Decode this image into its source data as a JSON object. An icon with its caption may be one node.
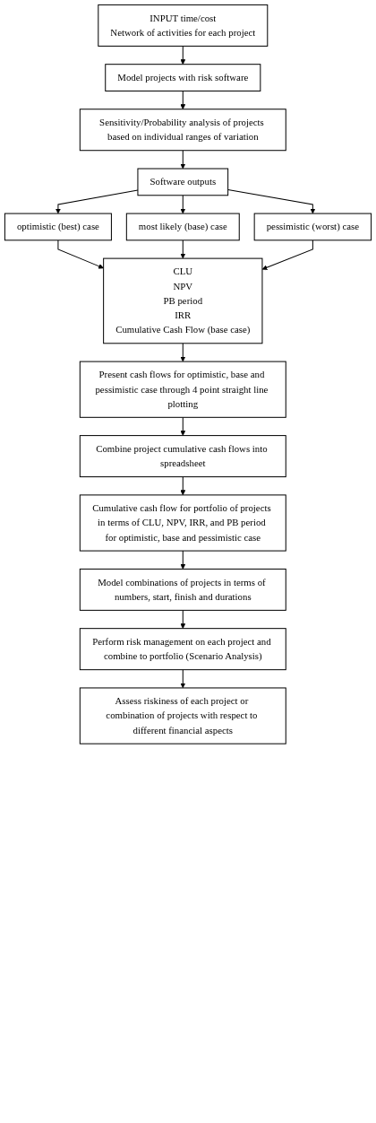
{
  "diagram": {
    "nodes": [
      {
        "text": [
          "INPUT time/cost",
          "Network of activities for each project"
        ]
      },
      {
        "text": [
          "Model projects with risk software"
        ]
      },
      {
        "text": [
          "Sensitivity/Probability analysis of projects based on individual ranges of variation"
        ]
      },
      {
        "text": [
          "Software outputs"
        ]
      },
      {
        "text": [
          "optimistic (best) case"
        ]
      },
      {
        "text": [
          "most likely (base) case"
        ]
      },
      {
        "text": [
          "pessimistic (worst) case"
        ]
      },
      {
        "text": [
          "CLU",
          "NPV",
          "PB period",
          "IRR",
          "Cumulative Cash Flow (base case)"
        ]
      },
      {
        "text": [
          "Present cash flows for optimistic, base and pessimistic case through 4 point straight line plotting"
        ]
      },
      {
        "text": [
          "Combine project cumulative cash flows into spreadsheet"
        ]
      },
      {
        "text": [
          "Cumulative cash flow for portfolio of projects in terms of CLU, NPV, IRR, and PB period for optimistic, base and pessimistic case"
        ]
      },
      {
        "text": [
          "Model combinations of projects in terms of numbers, start, finish and durations"
        ]
      },
      {
        "text": [
          "Perform risk management on each project and combine to portfolio (Scenario Analysis)"
        ]
      },
      {
        "text": [
          "Assess riskiness of each project or combination of projects with respect to different financial aspects"
        ]
      }
    ],
    "edges": [
      {
        "from": 0,
        "to": 1,
        "arrow": "to"
      },
      {
        "from": 1,
        "to": 2,
        "arrow": "to"
      },
      {
        "from": 2,
        "to": 3,
        "arrow": "to"
      },
      {
        "from": 3,
        "to": 4,
        "arrow": "to"
      },
      {
        "from": 3,
        "to": 5,
        "arrow": "to"
      },
      {
        "from": 3,
        "to": 6,
        "arrow": "to"
      },
      {
        "from": 4,
        "to": 7,
        "arrow": "to"
      },
      {
        "from": 5,
        "to": 7,
        "arrow": "to"
      },
      {
        "from": 6,
        "to": 7,
        "arrow": "to"
      },
      {
        "from": 7,
        "to": 8,
        "arrow": "to"
      },
      {
        "from": 8,
        "to": 9,
        "arrow": "to"
      },
      {
        "from": 9,
        "to": 10,
        "arrow": "to"
      },
      {
        "from": 10,
        "to": 11,
        "arrow": "to"
      },
      {
        "from": 11,
        "to": 12,
        "arrow": "to"
      },
      {
        "from": 12,
        "to": 13,
        "arrow": "to"
      }
    ]
  }
}
